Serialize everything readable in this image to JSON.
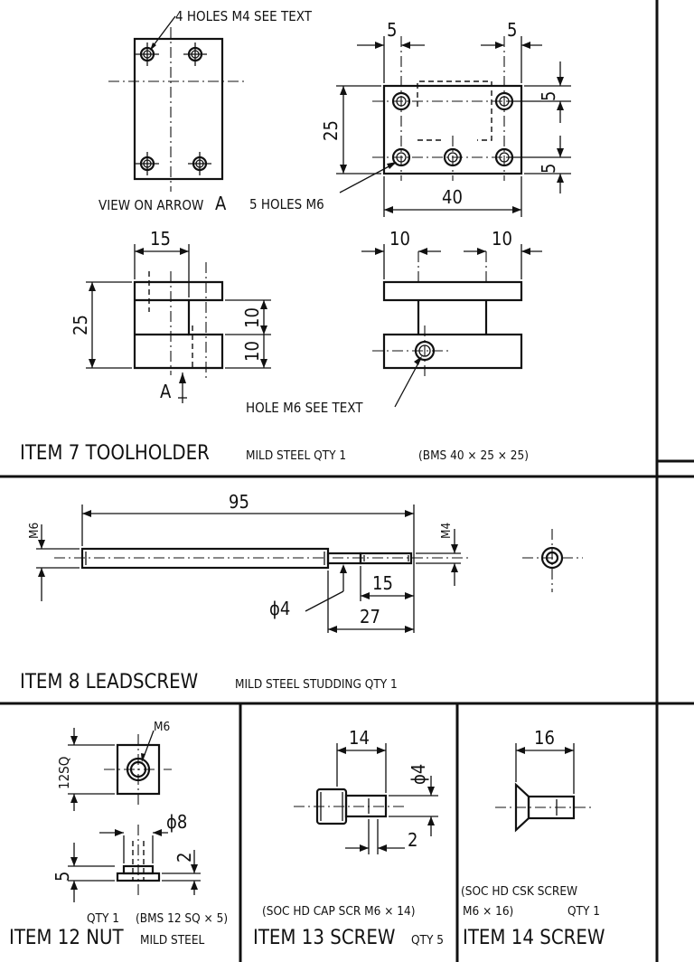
{
  "toolholder": {
    "title_item": "ITEM  7  TOOLHOLDER",
    "title_material": "MILD STEEL   QTY 1",
    "title_stock": "(BMS 40 × 25 × 25)",
    "note_4holes": "4 HOLES M4 SEE TEXT",
    "note_view": "VIEW ON ARROW",
    "note_view_letter": "A",
    "note_5holes": "5 HOLES M6",
    "note_hole": "HOLE M6 SEE TEXT",
    "arrow_label": "A",
    "dims": {
      "top_left": "5",
      "top_right": "5",
      "height": "25",
      "right_upper": "5",
      "right_lower": "5",
      "width": "40",
      "side_width": "15",
      "side_height": "25",
      "side_upper": "10",
      "side_lower": "10",
      "front_left": "10",
      "front_right": "10"
    }
  },
  "leadscrew": {
    "title_item": "ITEM  8  LEADSCREW",
    "title_material": "MILD STEEL  STUDDING  QTY 1",
    "dims": {
      "length": "95",
      "m6": "M6",
      "m4": "M4",
      "thread": "15",
      "diameter": "ϕ4",
      "step": "27"
    }
  },
  "nut": {
    "title_item": "ITEM 12  NUT",
    "qty": "QTY 1",
    "stock": "(BMS 12 SQ × 5)",
    "material": "MILD STEEL",
    "dims": {
      "m6": "M6",
      "square": "12SQ",
      "diameter": "ϕ8",
      "height": "5",
      "collar": "2"
    }
  },
  "screw13": {
    "title_item": "ITEM 13  SCREW",
    "qty": "QTY 5",
    "spec": "(SOC HD CAP SCR M6 × 14)",
    "dims": {
      "length": "14",
      "diameter": "ϕ4",
      "head": "2"
    }
  },
  "screw14": {
    "title_item": "ITEM 14  SCREW",
    "spec_line1": "(SOC HD CSK SCREW",
    "spec_line2": "M6 × 16)",
    "qty": "QTY 1",
    "dims": {
      "length": "16"
    }
  }
}
